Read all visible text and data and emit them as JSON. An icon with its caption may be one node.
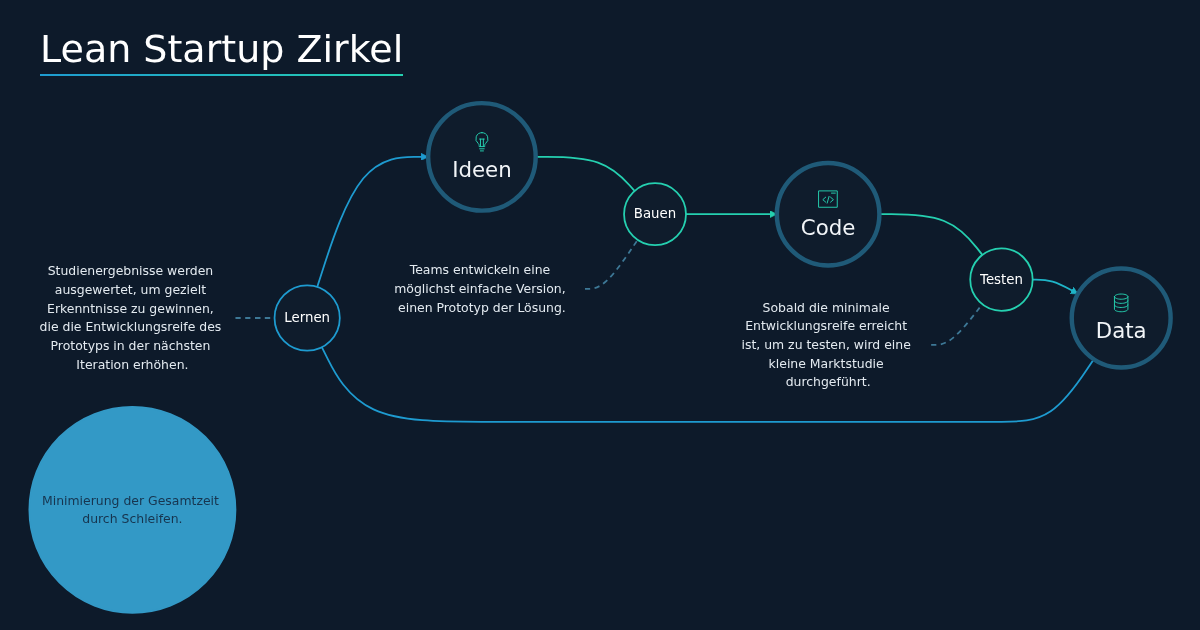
{
  "diagram": {
    "title": "Lean Startup Zirkel",
    "nodes": [
      {
        "text": [
          "Studienergebnisse werden ausgewertet, um gezielt Erkenntnisse zu gewinnen, die die Entwicklungsreife des Prototyps in der nächsten Iteration erhöhen."
        ]
      },
      {
        "text": [
          "Ideen"
        ]
      },
      {
        "text": [
          "Teams entwickeln eine möglichst einfache Version, einen Prototyp der Lösung."
        ]
      },
      {
        "text": [
          "Lernen"
        ]
      },
      {
        "text": [
          "Bauen"
        ]
      },
      {
        "text": [
          "Minimierung der Gesamtzeit durch Schleifen."
        ]
      },
      {
        "text": [
          "Data"
        ]
      },
      {
        "text": [
          "Code"
        ]
      },
      {
        "text": [
          "Sobald die minimale Entwicklungsreife erreicht ist, um zu testen, wird eine kleine Marktstudie durchgeführt."
        ]
      },
      {
        "text": [
          "Testen"
        ]
      }
    ],
    "edges": [
      {
        "from": 1,
        "to": 4,
        "arrow": "none",
        "color": "#25d0b0"
      },
      {
        "from": 4,
        "to": 7,
        "arrow": "to",
        "color": "#25d0b0"
      },
      {
        "from": 7,
        "to": 9,
        "arrow": "none",
        "color": "#25d0b0"
      },
      {
        "from": 9,
        "to": 6,
        "arrow": "to",
        "color": "#1fb5c8"
      },
      {
        "from": 6,
        "to": 3,
        "arrow": "none",
        "color": "#1e9bd0"
      },
      {
        "from": 3,
        "to": 1,
        "arrow": "to",
        "color": "#1e9bd0"
      },
      {
        "from": 0,
        "to": 3,
        "arrow": "none",
        "style": "dashed",
        "color": "#3d7896"
      },
      {
        "from": 2,
        "to": 4,
        "arrow": "none",
        "style": "dashed",
        "color": "#3d7896"
      },
      {
        "from": 8,
        "to": 9,
        "arrow": "none",
        "style": "dashed",
        "color": "#3d7896"
      }
    ]
  }
}
